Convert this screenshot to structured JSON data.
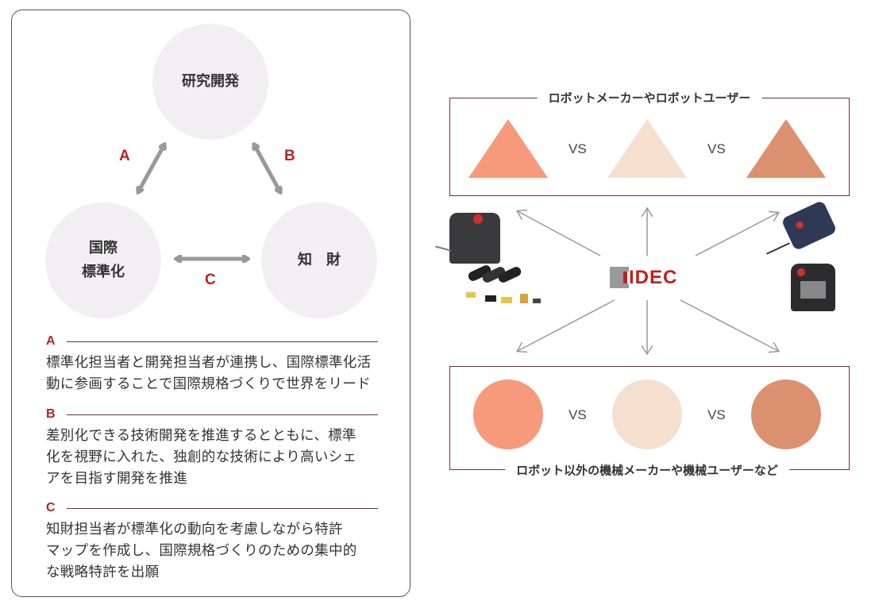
{
  "left_panel": {
    "nodes": {
      "rd": "研究開発",
      "std_line1": "国際",
      "std_line2": "標準化",
      "ip": "知　財"
    },
    "arrow_labels": {
      "a": "A",
      "b": "B",
      "c": "C"
    },
    "sections": [
      {
        "key": "A",
        "lines": [
          "標準化担当者と開発担当者が連携し、国際標準化活",
          "動に参画することで国際規格づくりで世界をリード"
        ]
      },
      {
        "key": "B",
        "lines": [
          "差別化できる技術開発を推進するとともに、標準",
          "化を視野に入れた、独創的な技術により高いシェ",
          "アを目指す開発を推進"
        ]
      },
      {
        "key": "C",
        "lines": [
          "知財担当者が標準化の動向を考慮しながら特許",
          "マップを作成し、国際規格づくりのための集中的",
          "な戦略特許を出願"
        ]
      }
    ]
  },
  "right_panel": {
    "top_box_title": "ロボットメーカーやロボットユーザー",
    "bottom_box_title": "ロボット以外の機械メーカーや機械ユーザーなど",
    "vs": "VS",
    "logo": "IDEC",
    "colors": {
      "coral": "#f79a7b",
      "beige": "#f5dfcf",
      "tan": "#db9170",
      "accent": "#b5241c",
      "border": "#6b3140"
    }
  }
}
